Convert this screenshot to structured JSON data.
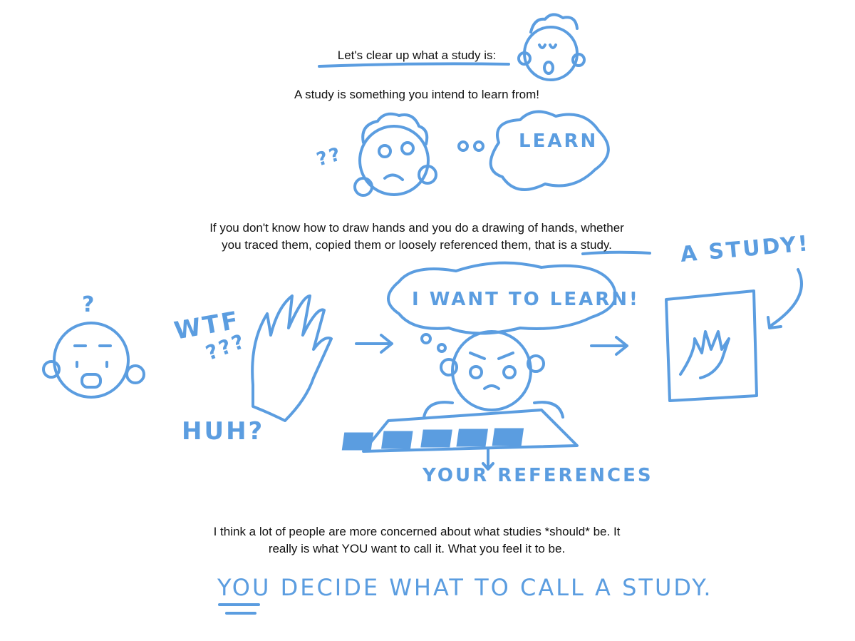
{
  "intro": {
    "heading": "Let's clear up what a study is:",
    "definition": "A study is something you intend to learn from!"
  },
  "bubble_learn": "LEARN",
  "confused_marks": "??",
  "paragraph_hands": {
    "line1": "If you don't know how to draw hands and you do a drawing of hands, whether",
    "line2_prefix": "you traced them, copied them or loosely referenced them, ",
    "line2_emphasis": "that is a study."
  },
  "hand_labels": {
    "wtf": "WTF",
    "question_marks": "???",
    "huh": "HUH?",
    "thought": "I WANT TO LEARN!",
    "references": "YOUR REFERENCES",
    "a_study": "A STUDY!",
    "top_question": "?"
  },
  "paragraph_conclusion": {
    "line1": "I think a lot of people are more concerned about what studies *should* be. It",
    "line2": "really is what YOU want to call it. What you feel it to be."
  },
  "closing": {
    "you": "YOU",
    "rest": "DECIDE WHAT TO CALL A STUDY."
  },
  "colors": {
    "ink": "#5b9de0",
    "text": "#111111"
  }
}
